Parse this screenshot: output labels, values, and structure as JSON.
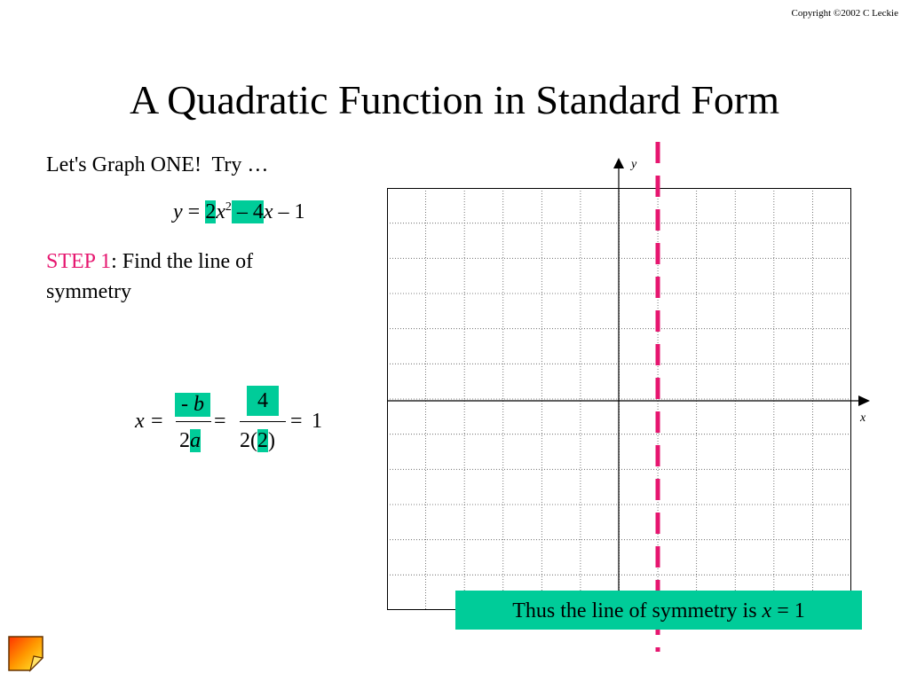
{
  "copyright": "Copyright ©2002 C Leckie",
  "title": "A Quadratic Function in Standard Form",
  "intro": "Let's Graph ONE!  Try …",
  "equation": {
    "lhs": "y",
    "eq": " = ",
    "a": "2",
    "x": "x",
    "exp": "2",
    "b_term": " – 4",
    "b_var": "x",
    "rest": " – 1"
  },
  "step": {
    "label": "STEP 1",
    "text": ":  Find the line of symmetry"
  },
  "formula": {
    "x": "x",
    "eq1": "=",
    "num_sign": "-",
    "num_var": "b",
    "den_coef": "2",
    "den_var": "a",
    "eq2": "=",
    "num2": "4",
    "den2_pre": "2(",
    "den2_val": "2",
    "den2_post": ")",
    "eq3": "=",
    "result": "1"
  },
  "graph": {
    "x_label": "x",
    "y_label": "y",
    "symmetry_x": 1
  },
  "conclusion": {
    "text": "Thus the line of symmetry is ",
    "var": "x",
    "rest": " = 1"
  },
  "colors": {
    "highlight": "#00cc99",
    "step_label": "#e6166f",
    "symmetry_line": "#e6166f"
  },
  "icons": [
    "sticky-note-icon"
  ]
}
